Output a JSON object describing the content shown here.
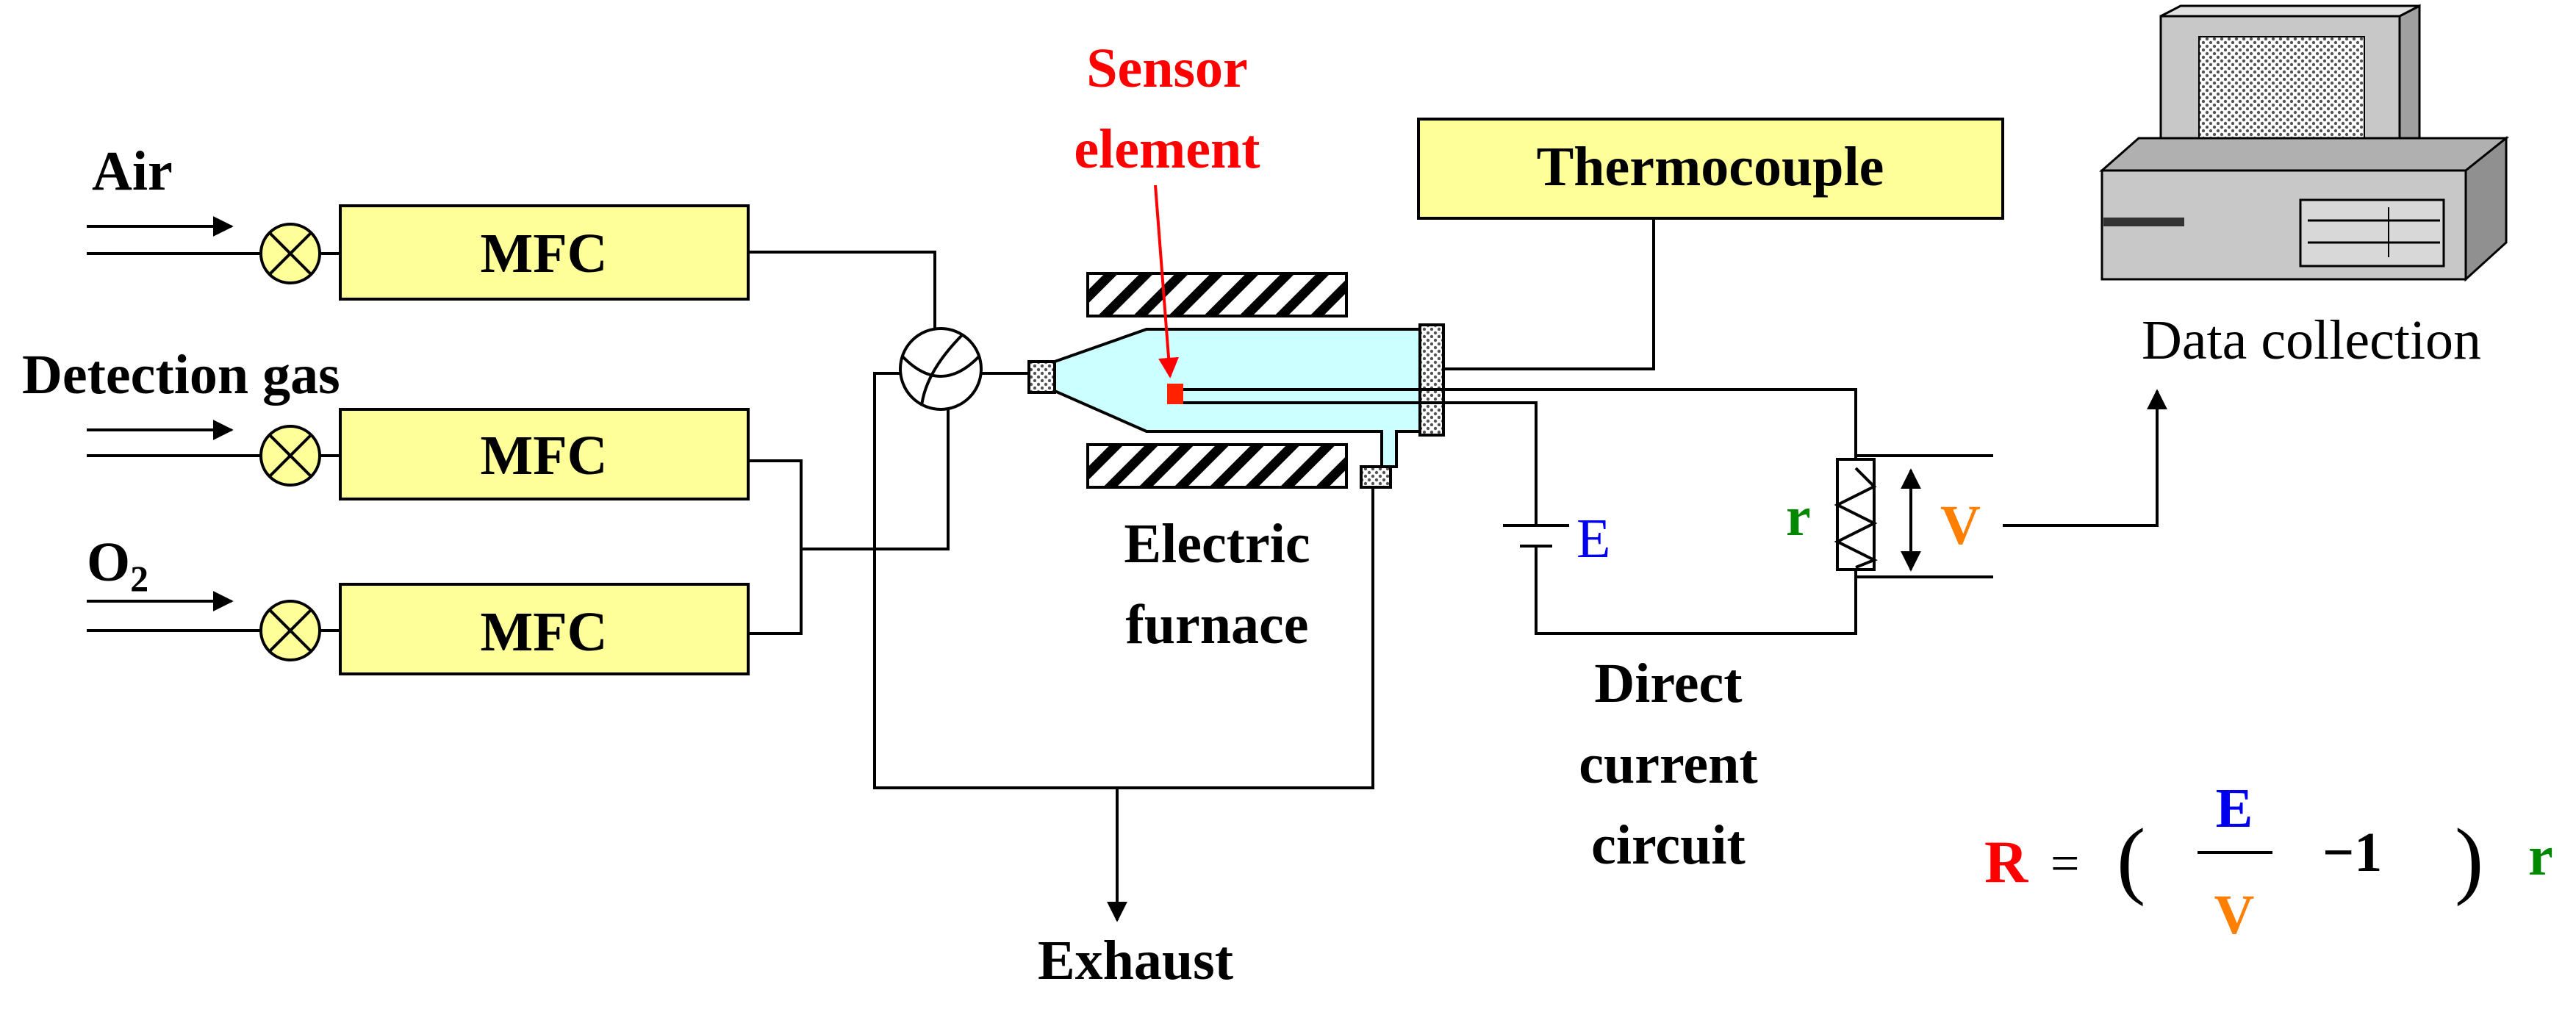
{
  "colors": {
    "box_fill": "#ffff99",
    "tube_fill": "#ccffff",
    "sensor_color": "#ff2200",
    "label_red": "#ff0000",
    "label_blue": "#0000ee",
    "label_green": "#008800",
    "label_orange": "#ff7f00",
    "computer_body": "#c8c8c8"
  },
  "gas_inputs": [
    {
      "label": "Air",
      "controller": "MFC"
    },
    {
      "label": "Detection gas",
      "controller": "MFC"
    },
    {
      "label": "O",
      "label_subscript": "2",
      "controller": "MFC"
    }
  ],
  "sensor": {
    "line1": "Sensor",
    "line2": "element"
  },
  "furnace": {
    "line1": "Electric",
    "line2": "furnace"
  },
  "thermocouple": "Thermocouple",
  "data_collection": "Data collection",
  "exhaust": "Exhaust",
  "circuit": {
    "line1": "Direct",
    "line2": "current",
    "line3": "circuit",
    "source": "E",
    "resistor": "r",
    "voltage": "V"
  },
  "formula": {
    "lhs": "R",
    "equals": "=",
    "open_paren": "(",
    "numerator": "E",
    "denominator": "V",
    "minus_one": "−1",
    "close_paren": ")",
    "multiplier": "r"
  },
  "icons": [
    "valve-icon",
    "mixing-valve-icon",
    "computer-icon",
    "battery-icon",
    "resistor-icon",
    "arrow-icon"
  ]
}
